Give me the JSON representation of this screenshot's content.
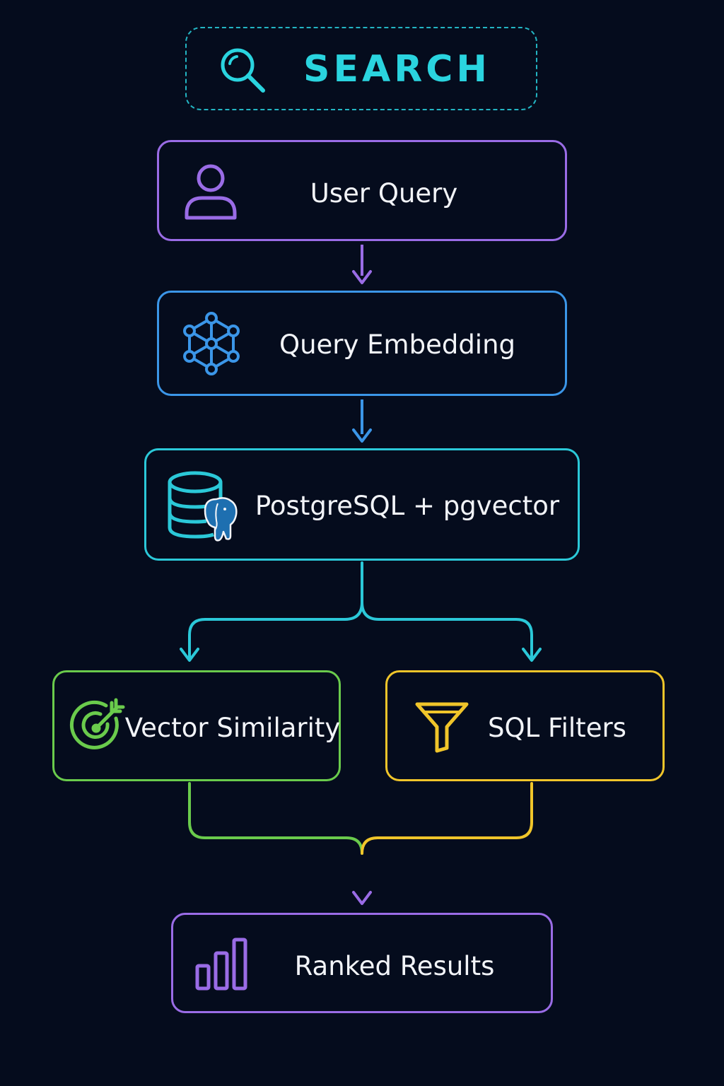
{
  "header": {
    "title": "SEARCH",
    "icon": "search-icon",
    "color": "#2ad4df"
  },
  "steps": {
    "user_query": {
      "label": "User Query",
      "icon": "user-icon",
      "color": "#9a6ce6"
    },
    "query_embedding": {
      "label": "Query Embedding",
      "icon": "network-icon",
      "color": "#3b96e8"
    },
    "postgres": {
      "label": "PostgreSQL + pgvector",
      "icon": "database-elephant-icon",
      "color": "#2bc8d8"
    },
    "vector_similarity": {
      "label": "Vector Similarity",
      "icon": "target-icon",
      "color": "#6acb4c"
    },
    "sql_filters": {
      "label": "SQL Filters",
      "icon": "filter-icon",
      "color": "#f0c52a"
    },
    "ranked_results": {
      "label": "Ranked Results",
      "icon": "bar-chart-icon",
      "color": "#9a6ce6"
    }
  },
  "background": "#050c1d"
}
